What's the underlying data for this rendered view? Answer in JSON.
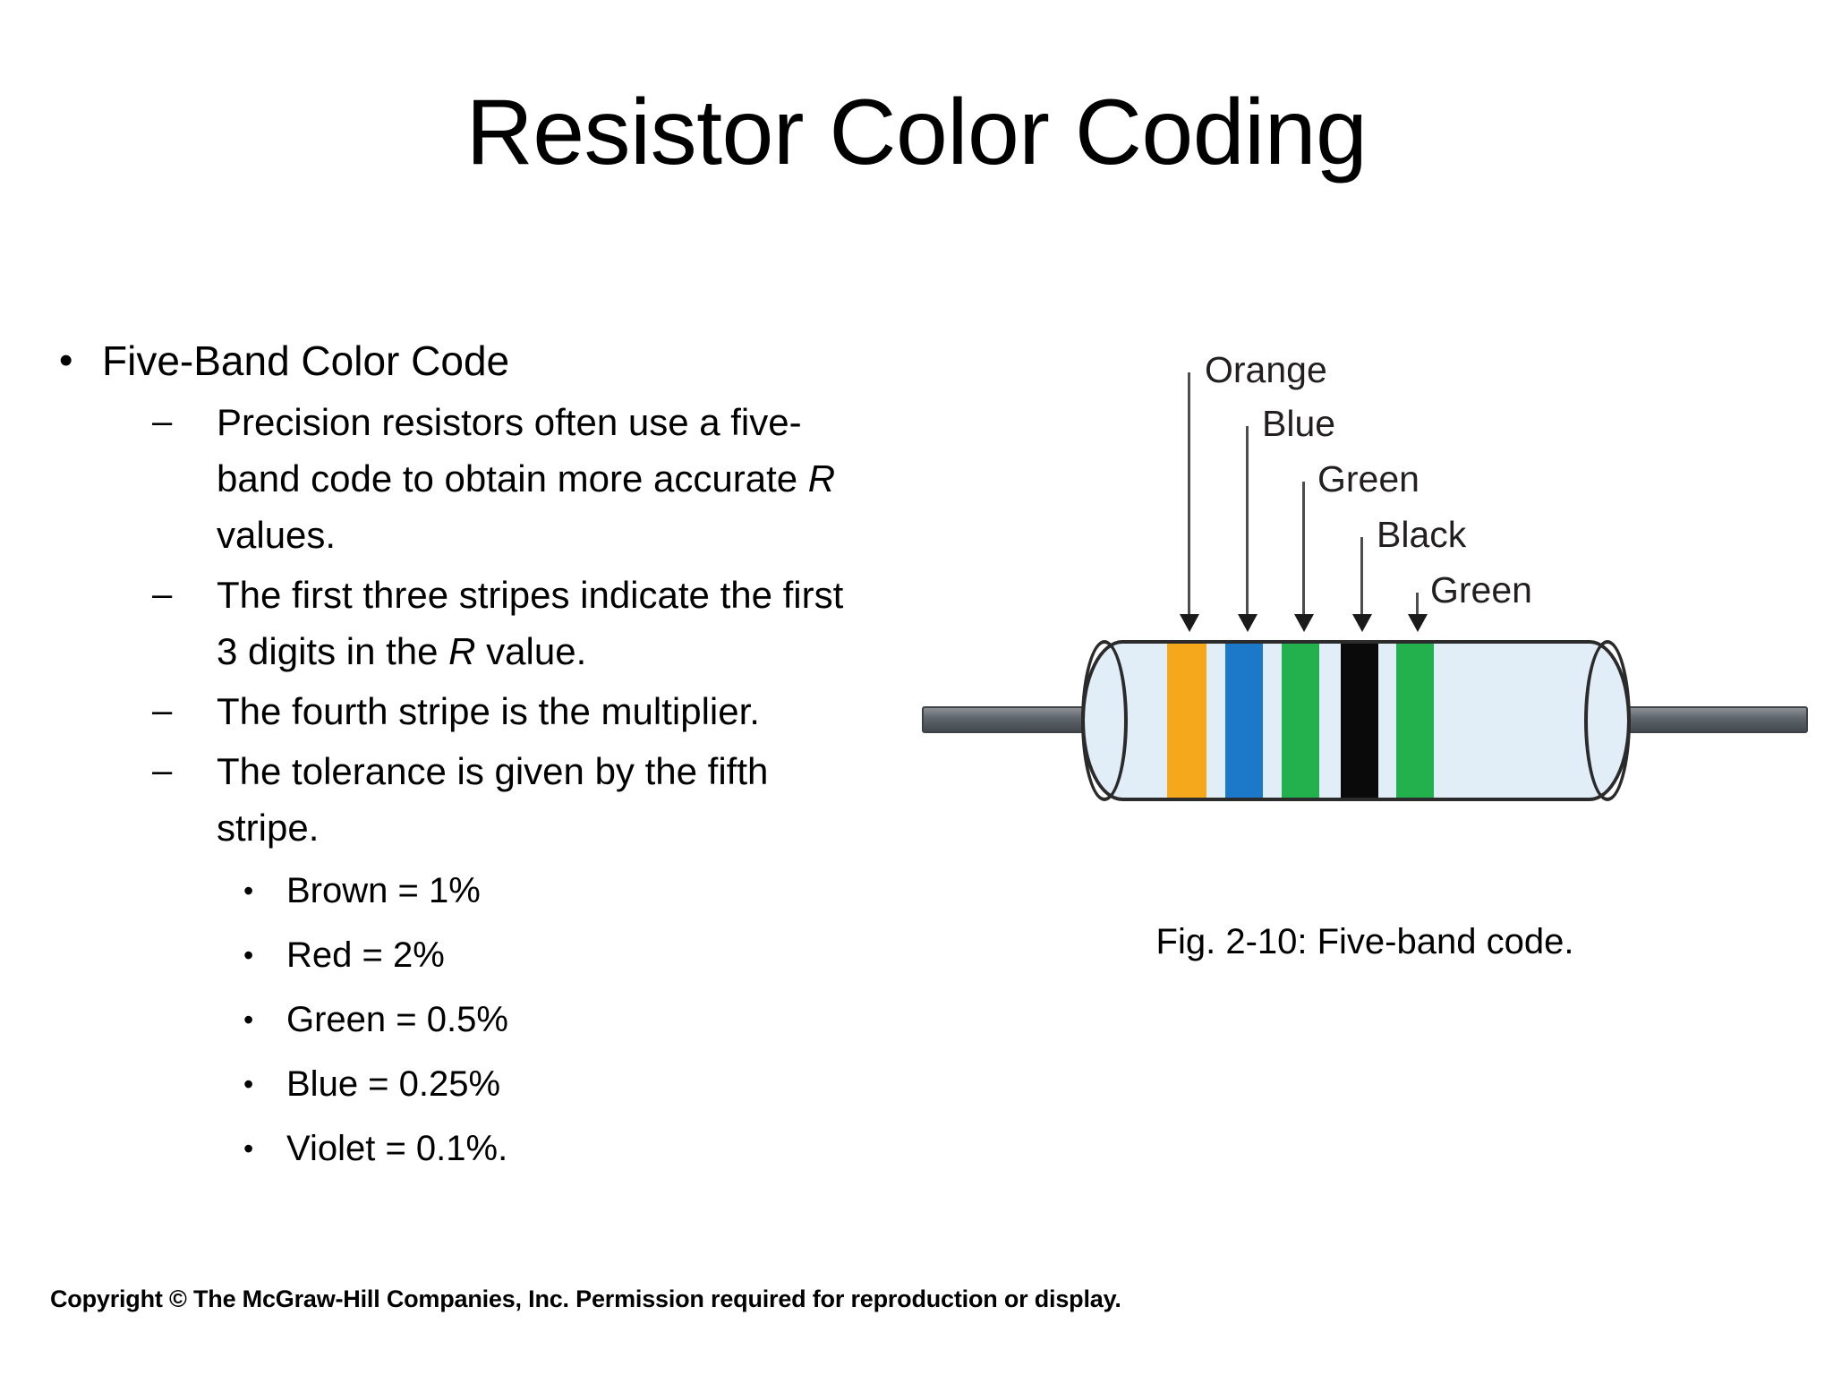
{
  "slide": {
    "title": "Resistor Color Coding",
    "copyright": "Copyright © The McGraw-Hill Companies, Inc. Permission required for reproduction or display."
  },
  "bullets": {
    "level1": {
      "marker": "•",
      "text": "Five-Band Color Code"
    },
    "level2_marker": "–",
    "items": [
      {
        "pre": "Precision resistors often use a five-band code to obtain more accurate ",
        "var": "R",
        "post": " values."
      },
      {
        "pre": "The first three stripes indicate the first 3 digits in the ",
        "var": "R",
        "post": " value."
      },
      {
        "pre": "The fourth stripe is the multiplier.",
        "var": "",
        "post": ""
      },
      {
        "pre": "The tolerance is given by the fifth stripe.",
        "var": "",
        "post": ""
      }
    ],
    "level3_marker": "•",
    "tolerances": [
      "Brown = 1%",
      "Red = 2%",
      "Green = 0.5%",
      "Blue = 0.25%",
      "Violet = 0.1%."
    ]
  },
  "figure": {
    "caption": "Fig. 2-10: Five-band code.",
    "band_labels": [
      "Orange",
      "Blue",
      "Green",
      "Black",
      "Green"
    ],
    "band_colors": [
      "#F5A81C",
      "#1C78C8",
      "#22B14C",
      "#0A0A0A",
      "#22B14C"
    ],
    "body_color": "#E1EEF7",
    "lead_color": "#5F666C"
  }
}
